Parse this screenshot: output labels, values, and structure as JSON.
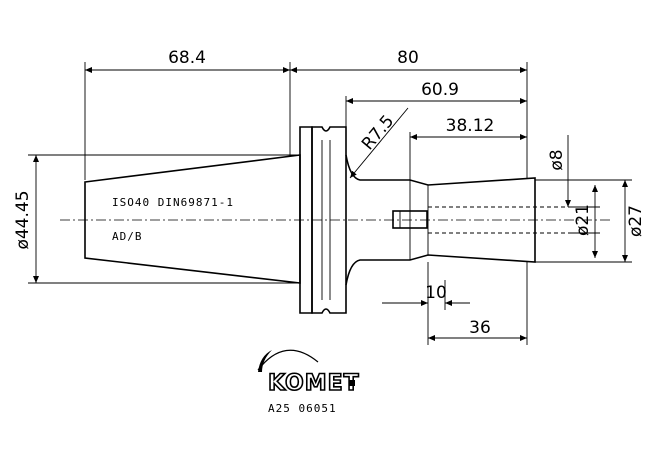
{
  "dimensions": {
    "len_taper": "68.4",
    "len_total": "80",
    "len_body": "60.9",
    "radius": "R7.5",
    "len_bore": "38.12",
    "dia_8": "ø8",
    "dia_21": "ø21",
    "dia_27": "ø27",
    "dia_44": "ø44.45",
    "len_10": "10",
    "len_36": "36"
  },
  "notes": {
    "standard": "ISO40 DIN69871-1",
    "form": "AD/B"
  },
  "logo": {
    "brand": "KOMET"
  },
  "part_number": "A25 06051"
}
